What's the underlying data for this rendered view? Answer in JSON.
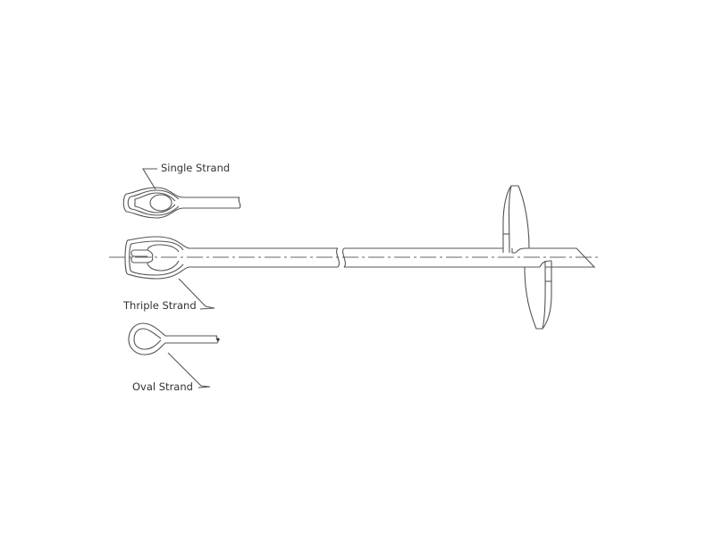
{
  "labels": {
    "single": "Single Strand",
    "thriple": "Thriple Strand",
    "oval": "Oval Strand"
  },
  "colors": {
    "line": "#555555",
    "text": "#333333",
    "background": "#ffffff"
  }
}
